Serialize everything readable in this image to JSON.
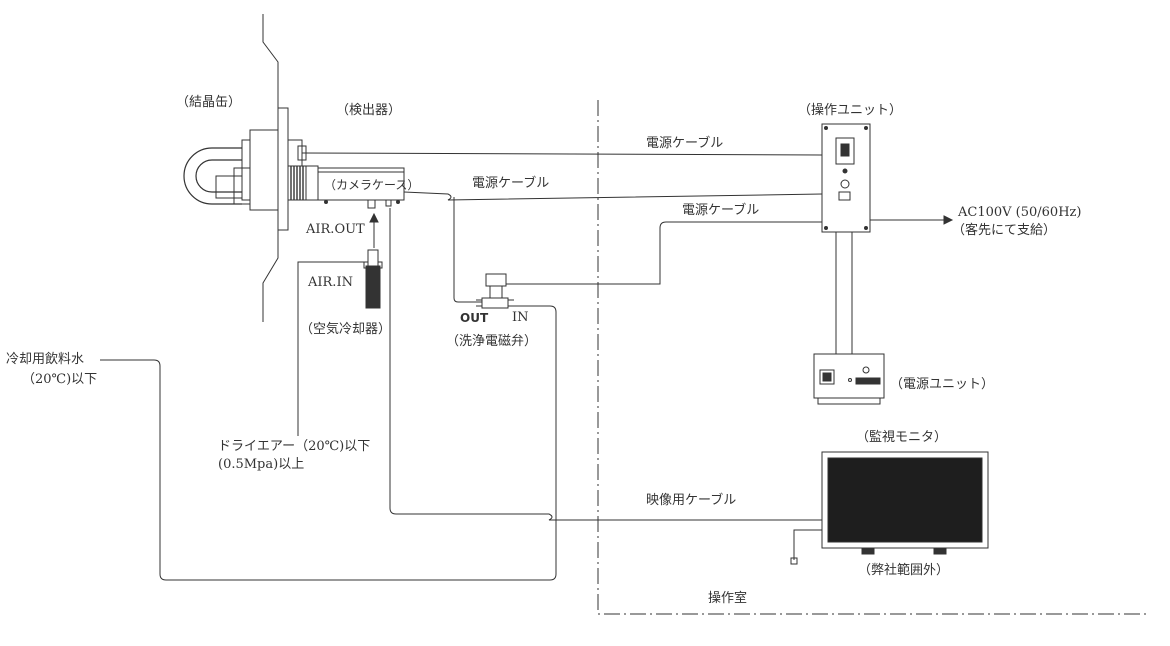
{
  "labels": {
    "crystallizer": "（結晶缶）",
    "detector": "（検出器）",
    "camera_case": "（カメラケース）",
    "air_out": "AIR.OUT",
    "air_in": "AIR.IN",
    "air_cooler": "（空気冷却器）",
    "cooling_water_1": "冷却用飲料水",
    "cooling_water_2": "（20℃)以下",
    "dry_air_1": "ドライエアー（20℃)以下",
    "dry_air_2": "(0.5Mpa)以上",
    "valve_out": "OUT",
    "valve_in": "IN",
    "wash_valve": "（洗浄電磁弁）",
    "power_cable_1": "電源ケーブル",
    "power_cable_2": "電源ケーブル",
    "power_cable_3": "電源ケーブル",
    "operation_unit": "（操作ユニット）",
    "ac_supply_1": "AC100V (50/60Hz)",
    "ac_supply_2": "（客先にて支給）",
    "power_unit": "（電源ユニット）",
    "monitor": "（監視モニタ）",
    "video_cable": "映像用ケーブル",
    "out_of_scope": "（弊社範囲外）",
    "control_room": "操作室"
  },
  "colors": {
    "line": "#333333",
    "monitor_screen": "#1e1e1e"
  }
}
